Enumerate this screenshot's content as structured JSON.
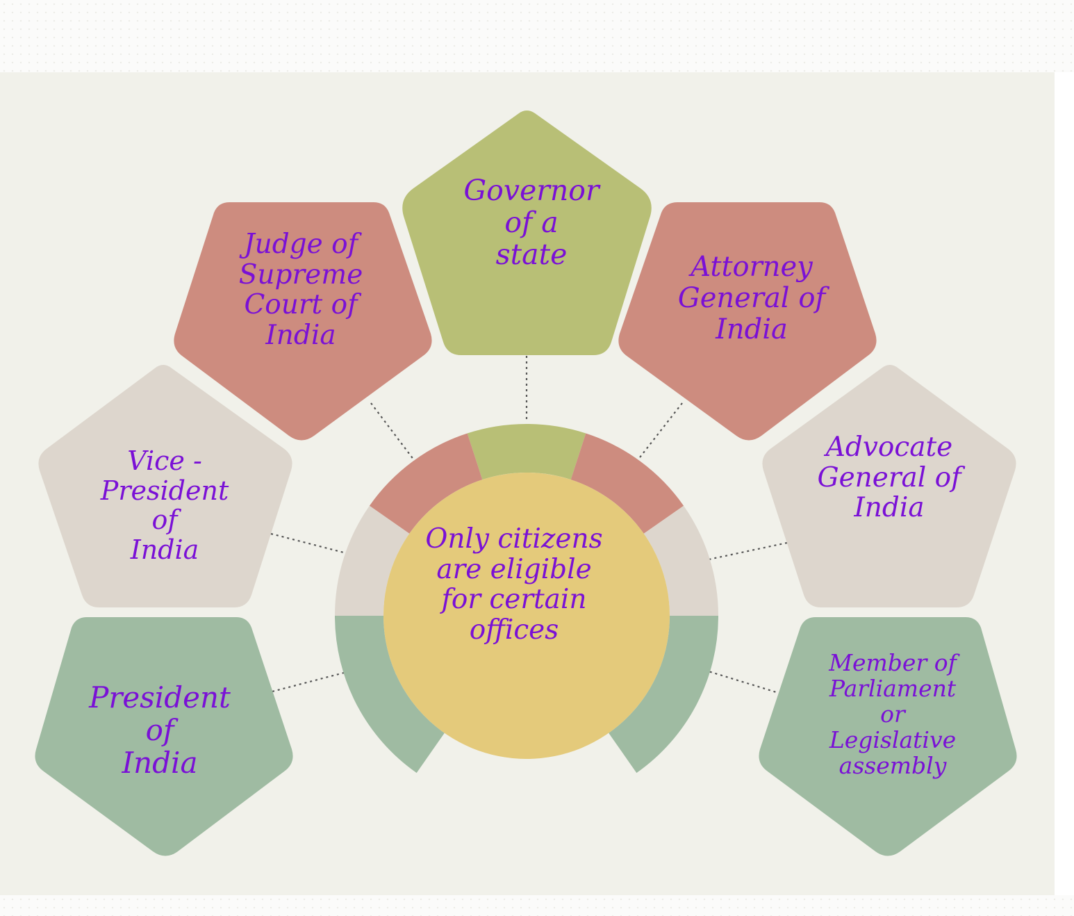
{
  "diagram": {
    "center_text": "Only citizens\nare eligible\nfor certain\noffices",
    "offices": {
      "governor": "Governor\nof a\nstate",
      "judge": "Judge of\nSupreme\nCourt of\nIndia",
      "attorney": "Attorney\nGeneral of\nIndia",
      "vice_president": "Vice -\nPresident\nof\nIndia",
      "advocate": "Advocate\nGeneral of\nIndia",
      "president": "President\nof\nIndia",
      "member": "Member of\nParliament\nor\nLegislative\nassembly"
    },
    "colors": {
      "background": "#f1f1ea",
      "olive": "#b8bf76",
      "rose": "#cd8c7f",
      "beige": "#ddd6cd",
      "sage": "#9fbba2",
      "center": "#e4ca7b",
      "ink": "#7a10d6",
      "connector": "#555555"
    }
  }
}
